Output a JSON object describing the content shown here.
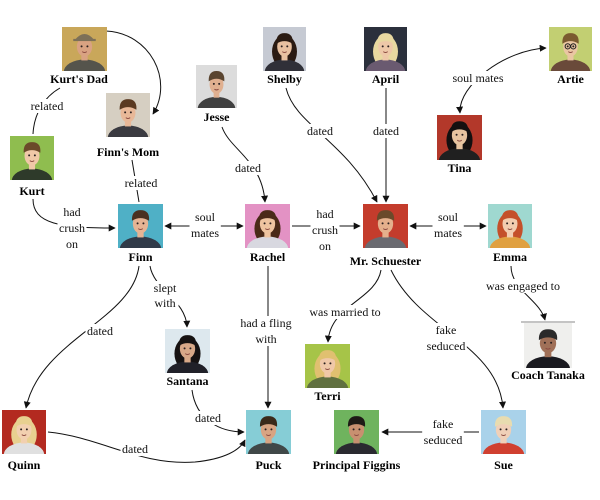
{
  "nodes": {
    "kurts_dad": {
      "label": "Kurt's Dad",
      "photo_colors": {
        "background": "#c9a75a",
        "hair": "#7d7058",
        "skin": "#d9a282",
        "clothing": "#55544c"
      }
    },
    "finns_mom": {
      "label": "Finn's Mom",
      "photo_colors": {
        "background": "#d6cfc2",
        "hair": "#5a3a22",
        "skin": "#e8b898",
        "clothing": "#3a3a40"
      }
    },
    "kurt": {
      "label": "Kurt",
      "photo_colors": {
        "background": "#8fbd4f",
        "hair": "#6b4a2a",
        "skin": "#f0c8a8",
        "clothing": "#2e3a2a"
      }
    },
    "jesse": {
      "label": "Jesse",
      "photo_colors": {
        "background": "#dcdcdc",
        "hair": "#5a4530",
        "skin": "#e0b090",
        "clothing": "#404040"
      }
    },
    "shelby": {
      "label": "Shelby",
      "photo_colors": {
        "background": "#c6cad3",
        "hair": "#2a1a12",
        "skin": "#e8c0a0",
        "clothing": "#303038"
      }
    },
    "april": {
      "label": "April",
      "photo_colors": {
        "background": "#2b303c",
        "hair": "#e8d8a0",
        "skin": "#eec8a8",
        "clothing": "#6a5a70"
      }
    },
    "artie": {
      "label": "Artie",
      "photo_colors": {
        "background": "#c2cf72",
        "hair": "#7a5a30",
        "skin": "#eac6a2",
        "clothing": "#6a4a3a"
      }
    },
    "tina": {
      "label": "Tina",
      "photo_colors": {
        "background": "#b3382a",
        "hair": "#141010",
        "skin": "#e8c4a0",
        "clothing": "#202020"
      }
    },
    "finn": {
      "label": "Finn",
      "photo_colors": {
        "background": "#4fb0c6",
        "hair": "#4a3020",
        "skin": "#e6b494",
        "clothing": "#303a48"
      }
    },
    "rachel": {
      "label": "Rachel",
      "photo_colors": {
        "background": "#e392c4",
        "hair": "#4a2a18",
        "skin": "#eec4a0",
        "clothing": "#d8d8e0"
      }
    },
    "mr_schuester": {
      "label": "Mr. Schuester",
      "photo_colors": {
        "background": "#c43c2c",
        "hair": "#6a4a2a",
        "skin": "#e4b08c",
        "clothing": "#6a6a70"
      }
    },
    "emma": {
      "label": "Emma",
      "photo_colors": {
        "background": "#9fd8d0",
        "hair": "#c4502a",
        "skin": "#f2cdb0",
        "clothing": "#e0a040"
      }
    },
    "coach_tanaka": {
      "label": "Coach Tanaka",
      "photo_colors": {
        "background": "#efefed",
        "hair": "#2a2a2a",
        "skin": "#a07058",
        "clothing": "#1a1a20"
      }
    },
    "santana": {
      "label": "Santana",
      "photo_colors": {
        "background": "#dde8ee",
        "hair": "#161212",
        "skin": "#d8a888",
        "clothing": "#202028"
      }
    },
    "terri": {
      "label": "Terri",
      "photo_colors": {
        "background": "#a6c448",
        "hair": "#e0c070",
        "skin": "#f0c8a8",
        "clothing": "#607040"
      }
    },
    "quinn": {
      "label": "Quinn",
      "photo_colors": {
        "background": "#b32a20",
        "hair": "#e8d090",
        "skin": "#f2d0b0",
        "clothing": "#e0e0e0"
      }
    },
    "puck": {
      "label": "Puck",
      "photo_colors": {
        "background": "#86cdd6",
        "hair": "#3a2a1a",
        "skin": "#d8a482",
        "clothing": "#404848"
      }
    },
    "principal_figgins": {
      "label": "Principal Figgins",
      "photo_colors": {
        "background": "#6fb35e",
        "hair": "#1e1a16",
        "skin": "#c89070",
        "clothing": "#2a2a30"
      }
    },
    "sue": {
      "label": "Sue",
      "photo_colors": {
        "background": "#a9d2ea",
        "hair": "#e8dcb0",
        "skin": "#f0d0b8",
        "clothing": "#d04030"
      }
    }
  },
  "edges": {
    "kurts_dad_kurt": {
      "label": [
        "related"
      ]
    },
    "finns_mom_finn": {
      "label": [
        "related"
      ]
    },
    "kurt_finn": {
      "label": [
        "had",
        "crush",
        "on"
      ]
    },
    "jesse_rachel": {
      "label": [
        "dated"
      ]
    },
    "shelby_mr_schuester": {
      "label": [
        "dated"
      ]
    },
    "april_mr_schuester": {
      "label": [
        "dated"
      ]
    },
    "tina_artie": {
      "label": [
        "soul mates"
      ]
    },
    "finn_rachel": {
      "label": [
        "soul",
        "mates"
      ]
    },
    "rachel_mr_schuester": {
      "label": [
        "had",
        "crush",
        "on"
      ]
    },
    "mr_schuester_emma": {
      "label": [
        "soul",
        "mates"
      ]
    },
    "finn_santana": {
      "label": [
        "slept",
        "with"
      ]
    },
    "finn_quinn": {
      "label": [
        "dated"
      ]
    },
    "rachel_puck": {
      "label": [
        "had a fling",
        "with"
      ]
    },
    "mr_schuester_terri": {
      "label": [
        "was married to"
      ]
    },
    "mr_schuester_sue": {
      "label": [
        "fake",
        "seduced"
      ]
    },
    "emma_coach_tanaka": {
      "label": [
        "was engaged to"
      ]
    },
    "santana_puck": {
      "label": [
        "dated"
      ]
    },
    "quinn_puck": {
      "label": [
        "dated"
      ]
    },
    "sue_principal_figgins": {
      "label": [
        "fake",
        "seduced"
      ]
    }
  }
}
